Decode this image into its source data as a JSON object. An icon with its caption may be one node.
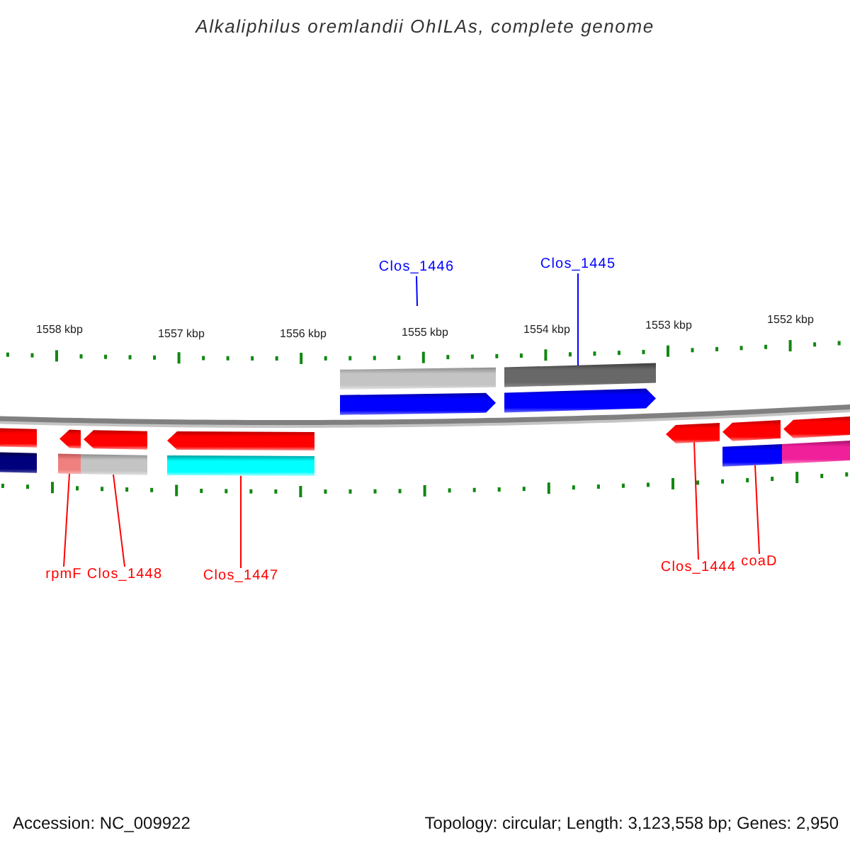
{
  "diagram": {
    "title": "Alkaliphilus oremlandii OhILAs, complete genome",
    "nodes": [
      {
        "text": [
          "Clos_1446"
        ]
      },
      {
        "text": [
          "Clos_1445"
        ]
      },
      {
        "text": [
          "rpmF"
        ]
      },
      {
        "text": [
          "Clos_1448"
        ]
      },
      {
        "text": [
          "Clos_1447"
        ]
      },
      {
        "text": [
          "Clos_1444"
        ]
      },
      {
        "text": [
          "coaD"
        ]
      },
      {
        "text": [],
        "shape": "bar"
      },
      {
        "text": [],
        "shape": "bar"
      },
      {
        "text": [],
        "shape": "arrow"
      },
      {
        "text": [],
        "shape": "arrow"
      },
      {
        "text": [],
        "shape": "bar"
      },
      {
        "text": [],
        "shape": "arrow"
      },
      {
        "text": [],
        "shape": "arrow"
      },
      {
        "text": [],
        "shape": "arrow"
      },
      {
        "text": [],
        "shape": "arrow"
      },
      {
        "text": [],
        "shape": "arrow"
      },
      {
        "text": [],
        "shape": "arrow"
      },
      {
        "text": [],
        "shape": "bar"
      },
      {
        "text": [],
        "shape": "bar"
      },
      {
        "text": [],
        "shape": "bar"
      },
      {
        "text": [],
        "shape": "bar"
      },
      {
        "text": [],
        "shape": "bar"
      },
      {
        "text": [],
        "shape": "bar"
      }
    ],
    "edges": [
      {
        "from": 0,
        "to": null,
        "arrow": "none",
        "color": "#0000ff"
      },
      {
        "from": 1,
        "to": 8,
        "arrow": "none",
        "color": "#0000ff"
      },
      {
        "from": 2,
        "to": 19,
        "arrow": "none"
      },
      {
        "from": 3,
        "to": 20,
        "arrow": "none"
      },
      {
        "from": 4,
        "to": 21,
        "arrow": "none"
      },
      {
        "from": 5,
        "to": 15,
        "arrow": "none"
      },
      {
        "from": 6,
        "to": 22,
        "arrow": "none"
      }
    ],
    "labels": [
      "1558 kbp",
      "1557 kbp",
      "1556 kbp",
      "1555 kbp",
      "1554 kbp",
      "1553 kbp",
      "1552 kbp",
      "Accession: NC_009922",
      "Topology: circular; Length: 3,123,558 bp; Genes: 2,950"
    ]
  }
}
